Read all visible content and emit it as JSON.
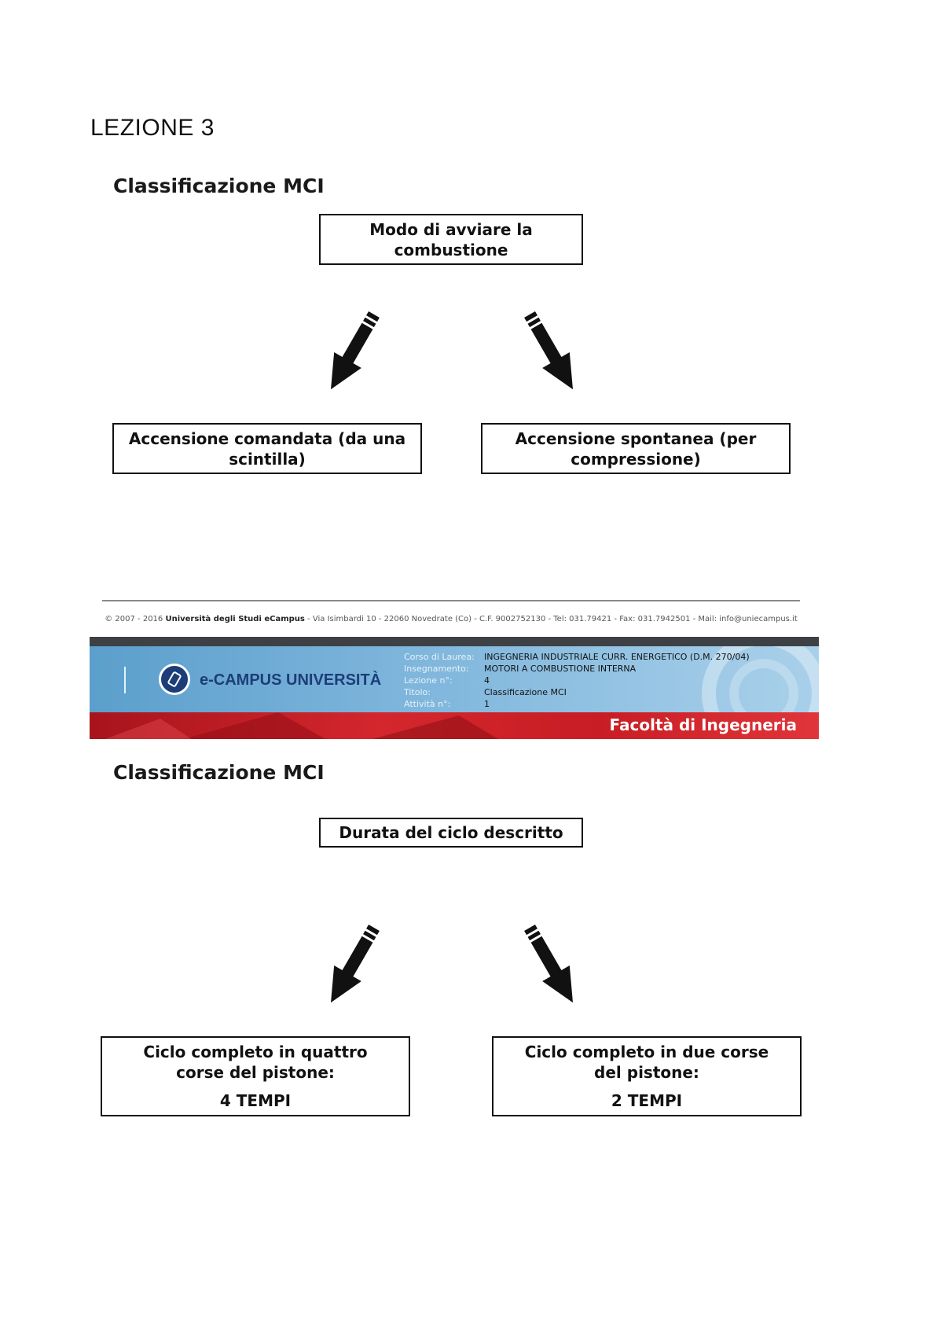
{
  "lesson_title": "LEZIONE 3",
  "slide1": {
    "title": "Classificazione MCI",
    "root": "Modo di avviare la combustione",
    "left": "Accensione comandata (da una scintilla)",
    "right": "Accensione spontanea (per compressione)"
  },
  "footer": {
    "copyright_pre": "© 2007 - 2016 ",
    "copyright_bold": "Università degli Studi eCampus",
    "copyright_post": " - Via Isimbardi 10 - 22060 Novedrate (Co) - C.F. 9002752130 - Tel: 031.79421 - Fax: 031.7942501 - Mail: info@uniecampus.it"
  },
  "header_band": {
    "logo_text": "e-CAMPUS UNIVERSITÀ",
    "meta": [
      {
        "label": "Corso di Laurea:",
        "value": "INGEGNERIA INDUSTRIALE CURR. ENERGETICO  (D.M. 270/04)"
      },
      {
        "label": "Insegnamento:",
        "value": "MOTORI A COMBUSTIONE INTERNA"
      },
      {
        "label": "Lezione n°:",
        "value": "4"
      },
      {
        "label": "Titolo:",
        "value": "Classificazione MCI"
      },
      {
        "label": "Attività n°:",
        "value": "1"
      }
    ],
    "faculty": "Facoltà di Ingegneria"
  },
  "slide2": {
    "title": "Classificazione MCI",
    "root": "Durata del ciclo descritto",
    "left_line1": "Ciclo completo in quattro corse del pistone:",
    "left_line2": "4 TEMPI",
    "right_line1": "Ciclo completo in due corse del pistone:",
    "right_line2": "2 TEMPI"
  }
}
